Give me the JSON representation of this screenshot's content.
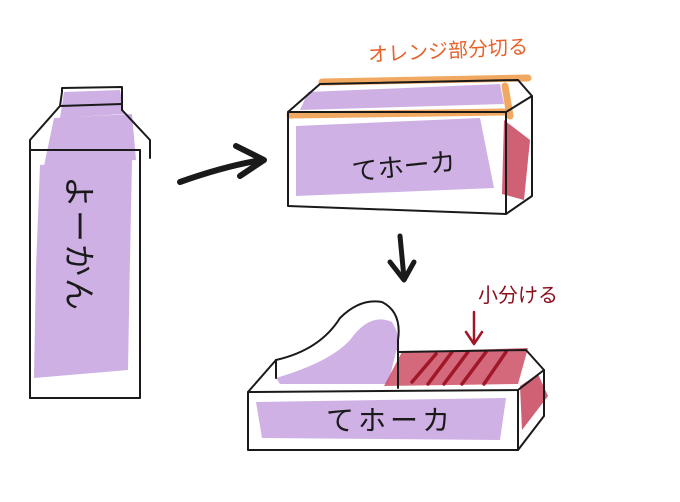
{
  "colors": {
    "ink": "#1a1a1a",
    "lavender": "#c7a3e0",
    "orange": "#f0a050",
    "orange_text": "#e8602a",
    "red_fill": "#c8445a",
    "dark_red": "#a01828",
    "red_text": "#8a1020"
  },
  "package": {
    "label": "よーかん"
  },
  "cut_box": {
    "label": "てホーカ",
    "note": "オレンジ部分切る"
  },
  "sliced_box": {
    "label": "てホーカ",
    "note": "小分ける"
  },
  "icons": {
    "arrow_right": "arrow-right-icon",
    "arrow_down": "arrow-down-icon",
    "arrow_note": "small-arrow-down-icon"
  }
}
